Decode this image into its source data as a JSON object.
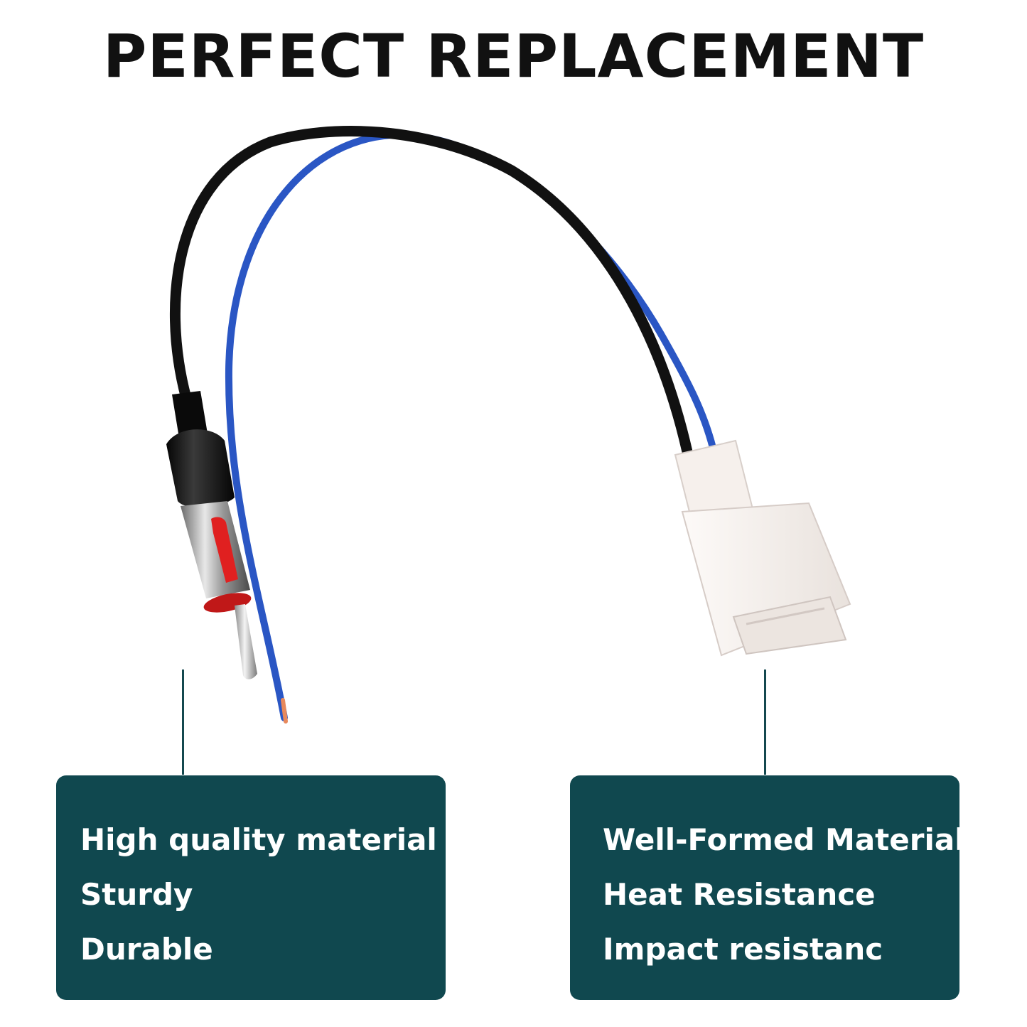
{
  "headline": "PERFECT REPLACEMENT",
  "left_card": {
    "features": [
      "High quality material",
      "Sturdy",
      "Durable"
    ]
  },
  "right_card": {
    "features": [
      "Well-Formed Material",
      "Heat Resistance",
      "Impact resistanc"
    ]
  },
  "colors": {
    "card_background": "#10484f",
    "card_text": "#ffffff",
    "headline": "#111111",
    "black_wire": "#111111",
    "blue_wire": "#2a56c4",
    "plug_accent": "#e02020",
    "connector": "#f6f0ec"
  },
  "icons": [
    "antenna-plug-icon",
    "harness-connector-icon"
  ]
}
